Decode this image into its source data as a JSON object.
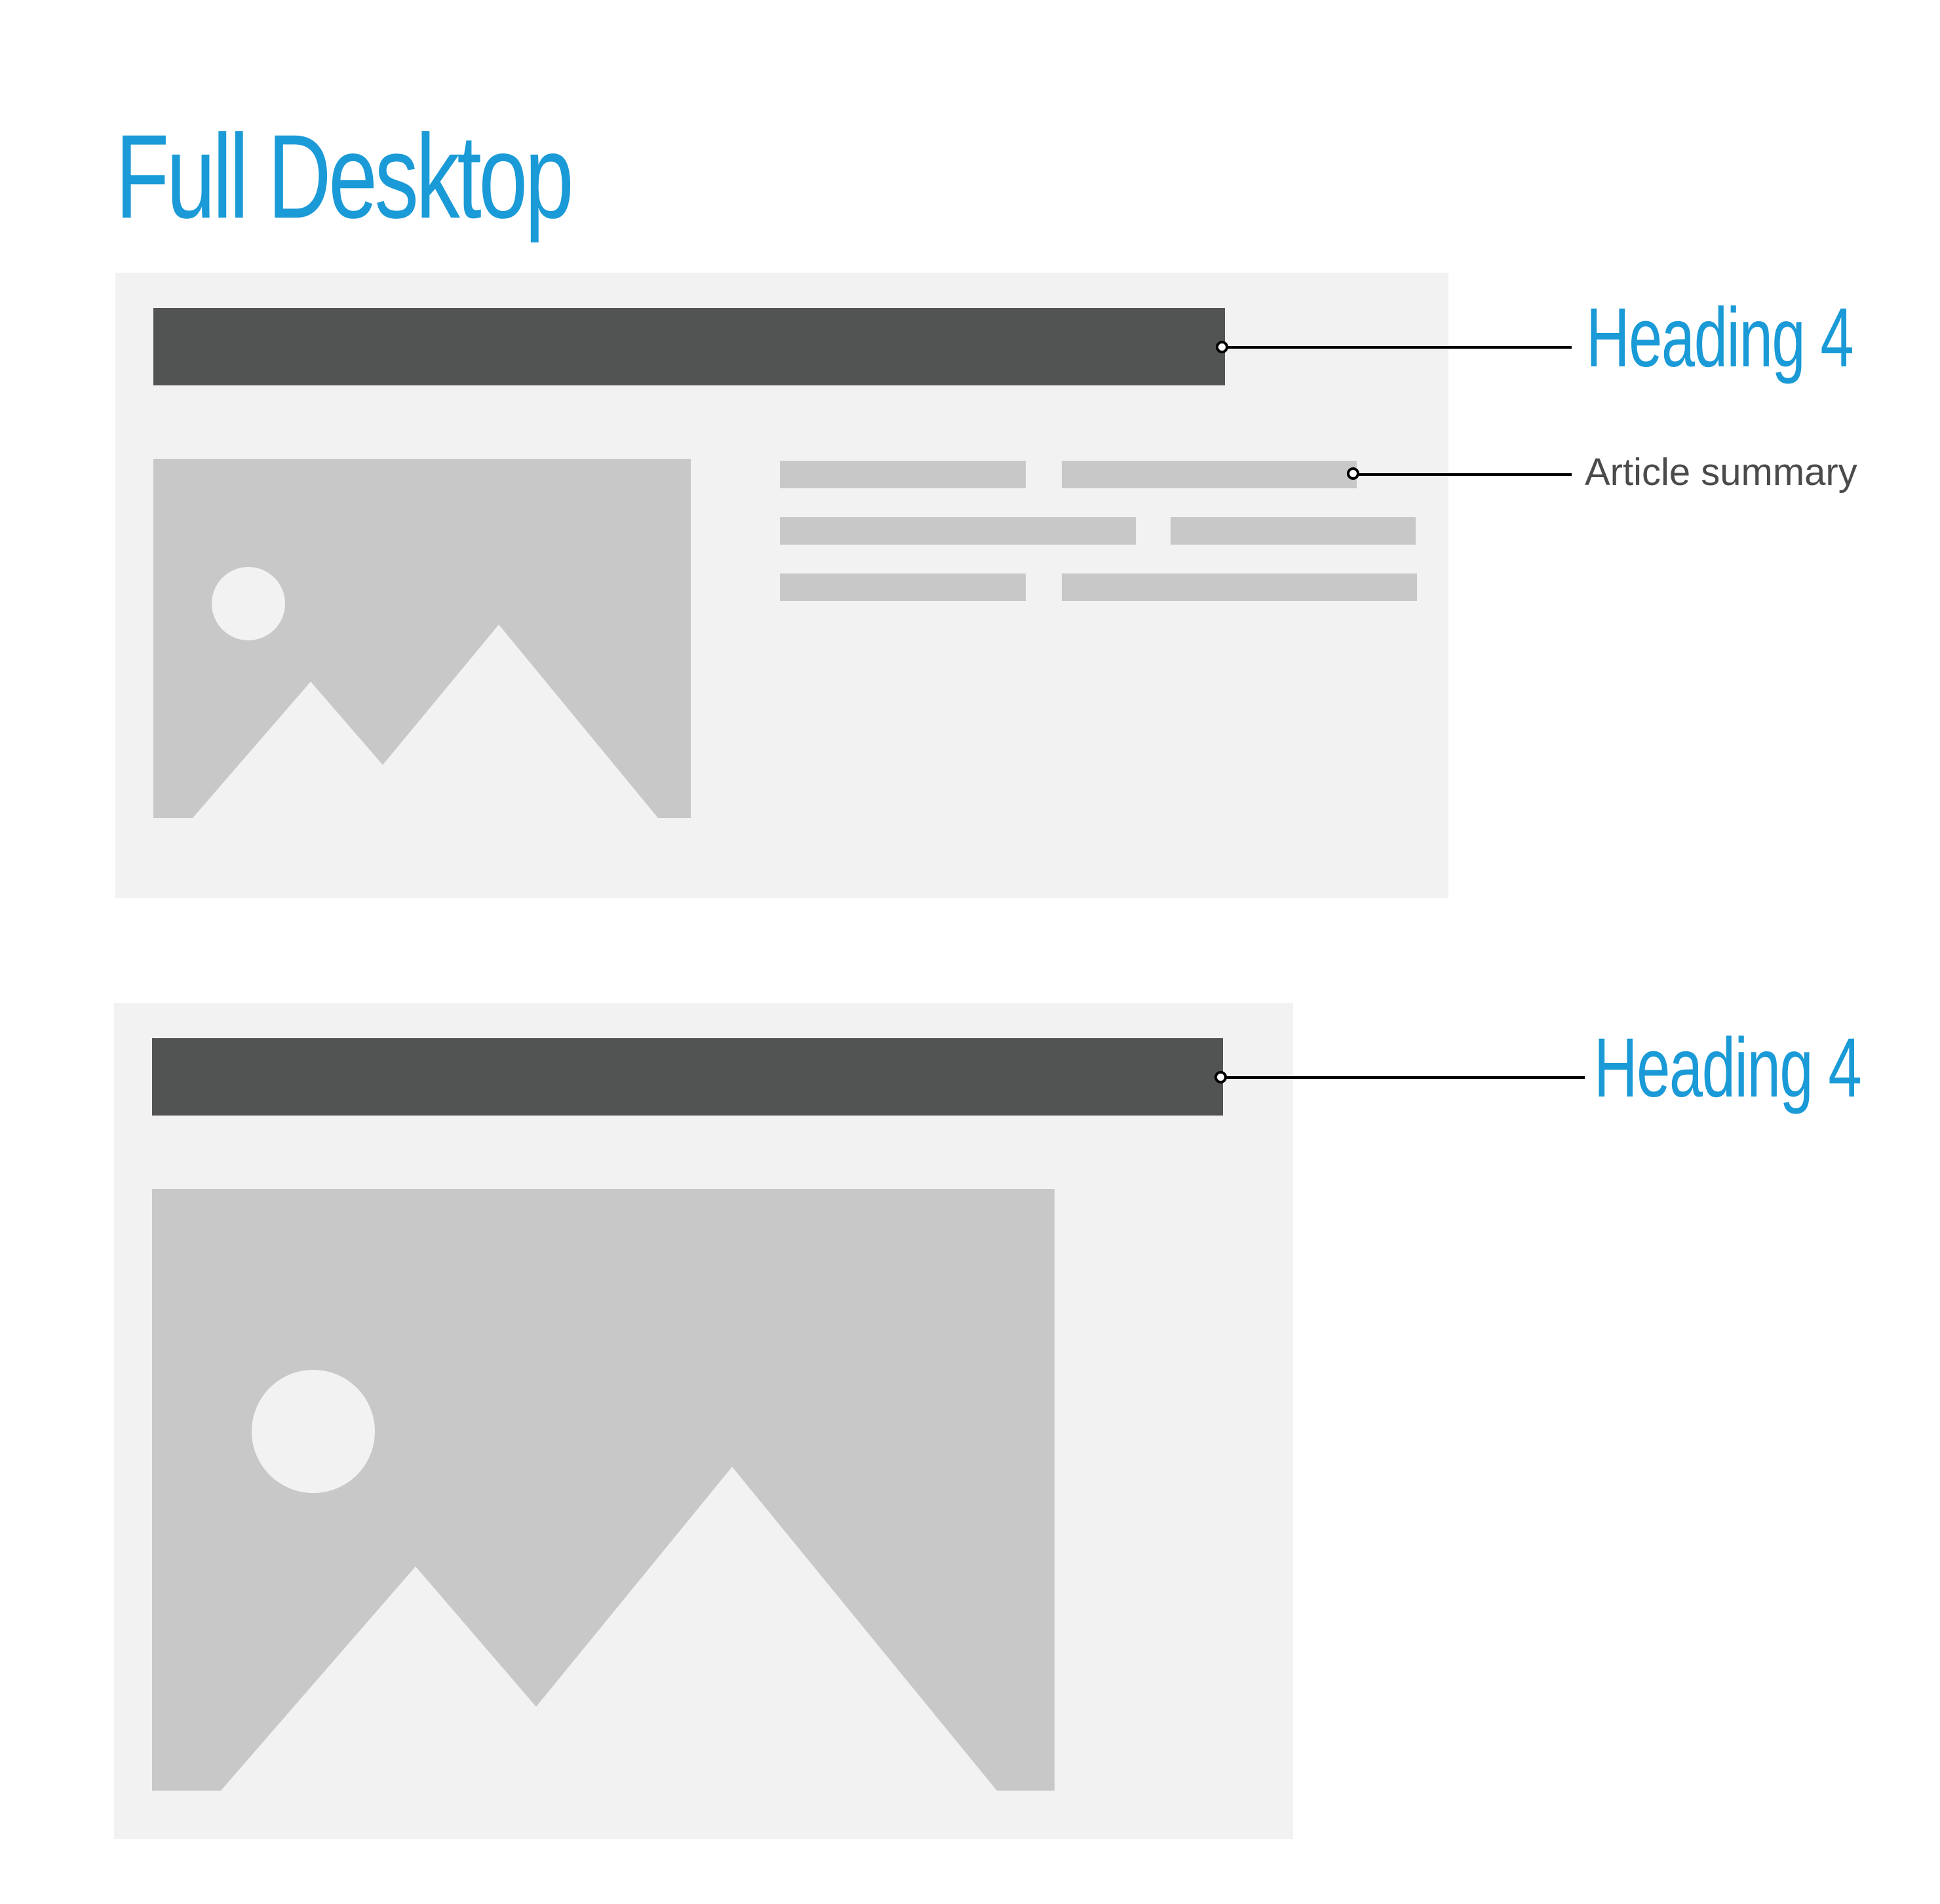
{
  "title": "Full Desktop",
  "colors": {
    "accent": "#1a9ad6",
    "card_bg": "#f2f2f2",
    "heading_bar": "#525353",
    "placeholder": "#c8c8c8",
    "summary_text": "#4b4b4b",
    "line": "#000000"
  },
  "layout_a": {
    "heading_label": "Heading 4",
    "summary_label": "Article summary",
    "image_icon": "image-placeholder-icon"
  },
  "layout_b": {
    "heading_label": "Heading 4",
    "image_icon": "image-placeholder-icon"
  }
}
